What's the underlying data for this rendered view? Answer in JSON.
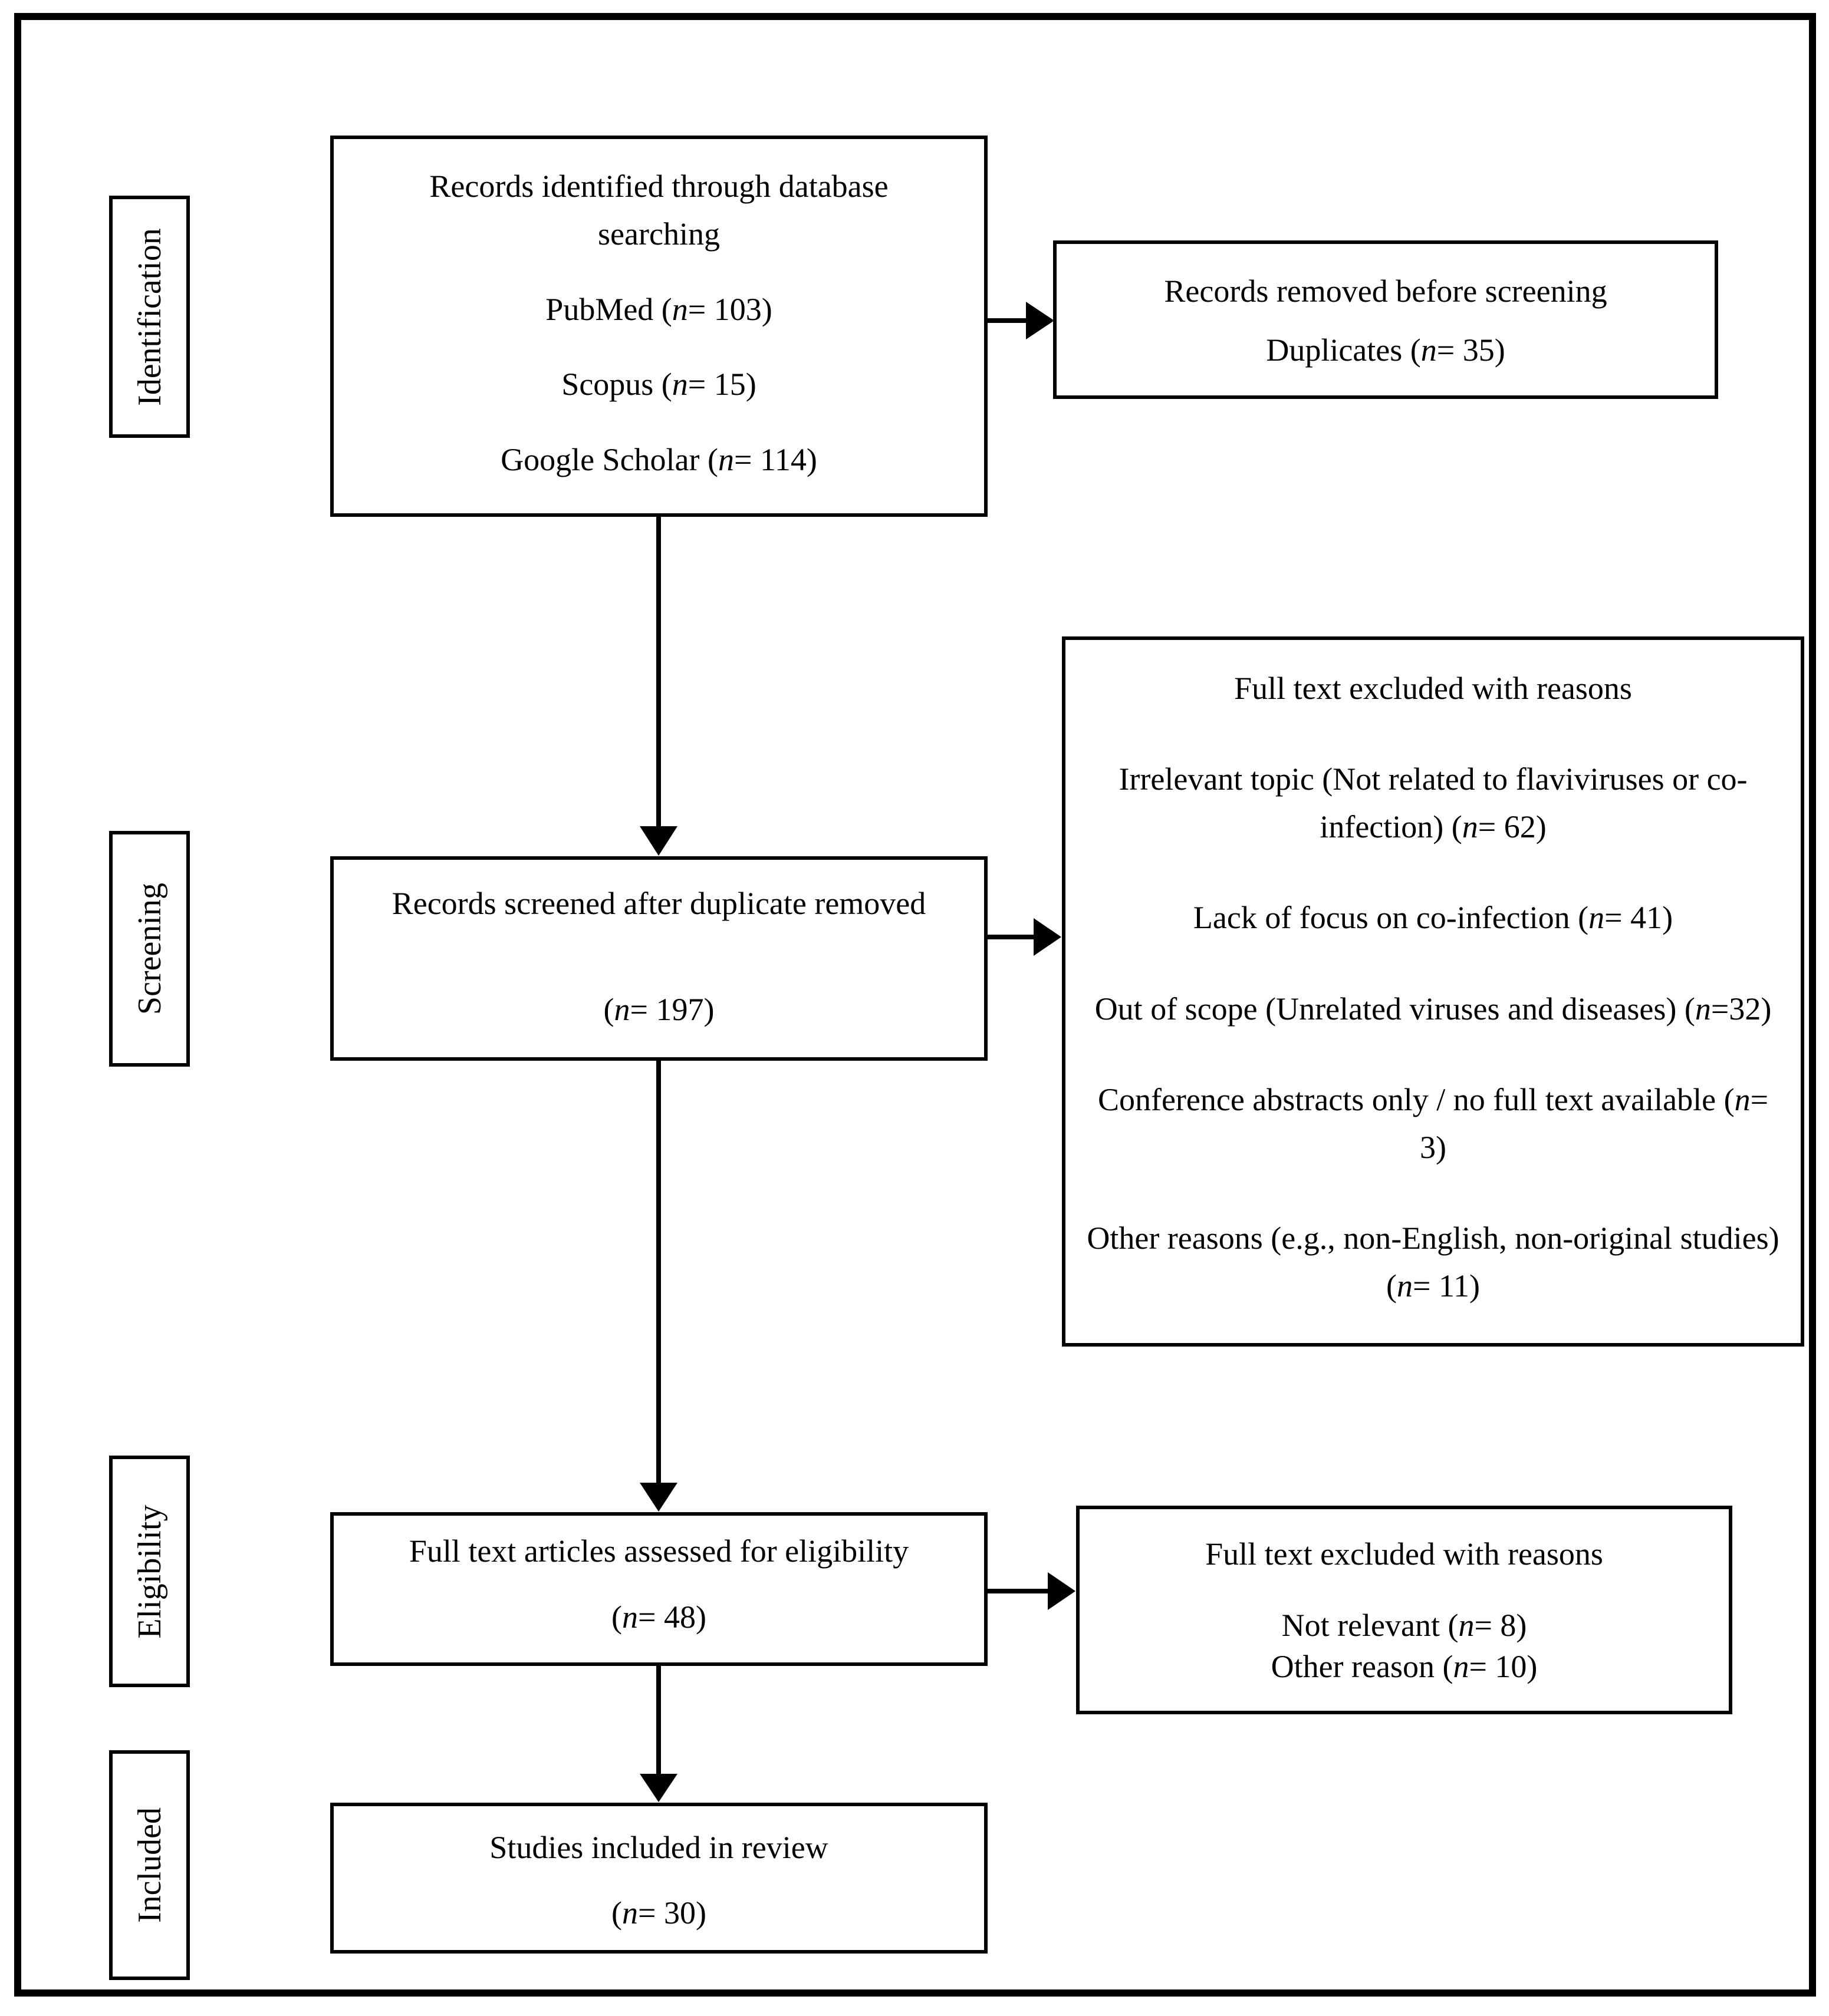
{
  "stage_labels": {
    "identification": "Identification",
    "screening": "Screening",
    "eligibility": "Eligibility",
    "included": "Included"
  },
  "boxes": {
    "identified": {
      "title": "Records identified through database searching",
      "sources": [
        "PubMed (*n*= 103)",
        "Scopus (*n*= 15)",
        "Google Scholar (*n*= 114)"
      ]
    },
    "removed_before_screening": {
      "title": "Records removed before screening",
      "reasons": [
        "Duplicates (*n*= 35)"
      ]
    },
    "screened": {
      "title": "Records screened after duplicate removed",
      "count": "(*n*= 197)"
    },
    "fulltext_excluded_screening": {
      "title": "Full text excluded with reasons",
      "reasons": [
        "Irrelevant topic (Not related to flaviviruses or co-infection) (*n*= 62)",
        "Lack of focus on co-infection (*n*= 41)",
        "Out of scope (Unrelated viruses and diseases) (*n*=32)",
        "Conference abstracts only / no full text available (*n*= 3)",
        "Other reasons (e.g., non-English, non-original studies) (*n*= 11)"
      ]
    },
    "assessed": {
      "title": "Full text articles assessed for eligibility",
      "count": "(*n*= 48)"
    },
    "fulltext_excluded_eligibility": {
      "title": "Full text excluded with reasons",
      "reasons": [
        "Not relevant (*n*= 8)",
        "Other reason (*n*= 10)"
      ]
    },
    "included_studies": {
      "title": "Studies included in review",
      "count": "(*n*= 30)"
    }
  },
  "colors": {
    "ink": "#000000",
    "background": "#ffffff"
  }
}
